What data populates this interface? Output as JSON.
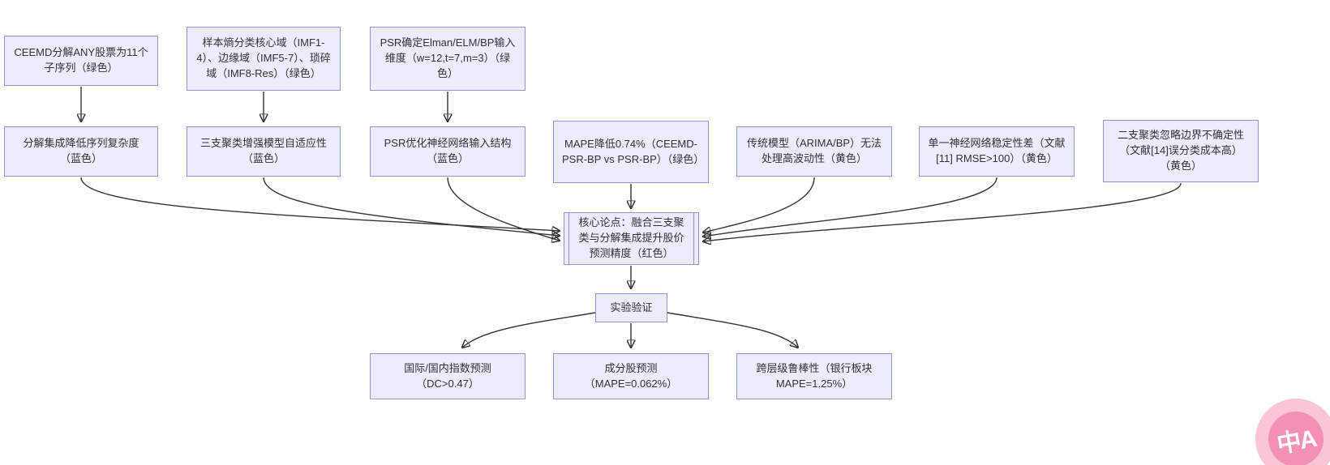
{
  "colors": {
    "canvas-bg": "#ffffff",
    "node-fill": "#ECECFF",
    "node-border": "#9A8FD0",
    "node-text": "#333333",
    "arrow": "#333333",
    "badge-outer": "#F9C6D8",
    "badge-inner": "#F390B4",
    "badge-text": "#ffffff"
  },
  "diagram": {
    "type": "flowchart",
    "nodes": {
      "ceemd": {
        "label": "CEEMD分解ANY股票为11个子序列（绿色）",
        "group": "method",
        "color_tag": "绿色"
      },
      "sample_entropy": {
        "label": "样本熵分类核心域（IMF1-4）、边缘域（IMF5-7）、琐碎域（IMF8-Res）（绿色）",
        "group": "method",
        "color_tag": "绿色"
      },
      "psr_input": {
        "label": "PSR确定Elman/ELM/BP输入维度（w=12,t=7,m=3）（绿色）",
        "group": "method",
        "color_tag": "绿色"
      },
      "decompose": {
        "label": "分解集成降低序列复杂度（蓝色）",
        "group": "advantage",
        "color_tag": "蓝色"
      },
      "three_way": {
        "label": "三支聚类增强模型自适应性（蓝色）",
        "group": "advantage",
        "color_tag": "蓝色"
      },
      "psr_opt": {
        "label": "PSR优化神经网络输入结构（蓝色）",
        "group": "advantage",
        "color_tag": "蓝色"
      },
      "mape_drop": {
        "label": "MAPE降低0.74%（CEEMD-PSR-BP vs PSR-BP）（绿色）",
        "group": "evidence",
        "color_tag": "绿色"
      },
      "traditional": {
        "label": "传统模型（ARIMA/BP）无法处理高波动性（黄色）",
        "group": "limitation",
        "color_tag": "黄色"
      },
      "single_nn": {
        "label": "单一神经网络稳定性差（文献[11] RMSE>100）（黄色）",
        "group": "limitation",
        "color_tag": "黄色"
      },
      "two_way": {
        "label": "二支聚类忽略边界不确定性（文献[14]误分类成本高）（黄色）",
        "group": "limitation",
        "color_tag": "黄色"
      },
      "core": {
        "label": "核心论点：融合三支聚类与分解集成提升股价预测精度（红色）",
        "group": "core",
        "color_tag": "红色"
      },
      "experiment": {
        "label": "实验验证",
        "group": "validation"
      },
      "index_pred": {
        "label": "国际/国内指数预测（DC>0.47）",
        "group": "result"
      },
      "stock_pred": {
        "label": "成分股预测（MAPE=0.062%）",
        "group": "result"
      },
      "robustness": {
        "label": "跨层级鲁棒性（银行板块MAPE=1.25%）",
        "group": "result"
      }
    },
    "edges": [
      {
        "from": "ceemd",
        "to": "decompose"
      },
      {
        "from": "sample_entropy",
        "to": "three_way"
      },
      {
        "from": "psr_input",
        "to": "psr_opt"
      },
      {
        "from": "decompose",
        "to": "core"
      },
      {
        "from": "three_way",
        "to": "core"
      },
      {
        "from": "psr_opt",
        "to": "core"
      },
      {
        "from": "mape_drop",
        "to": "core"
      },
      {
        "from": "traditional",
        "to": "core"
      },
      {
        "from": "single_nn",
        "to": "core"
      },
      {
        "from": "two_way",
        "to": "core"
      },
      {
        "from": "core",
        "to": "experiment"
      },
      {
        "from": "experiment",
        "to": "index_pred"
      },
      {
        "from": "experiment",
        "to": "stock_pred"
      },
      {
        "from": "experiment",
        "to": "robustness"
      }
    ]
  },
  "badge": {
    "label": "中A"
  }
}
